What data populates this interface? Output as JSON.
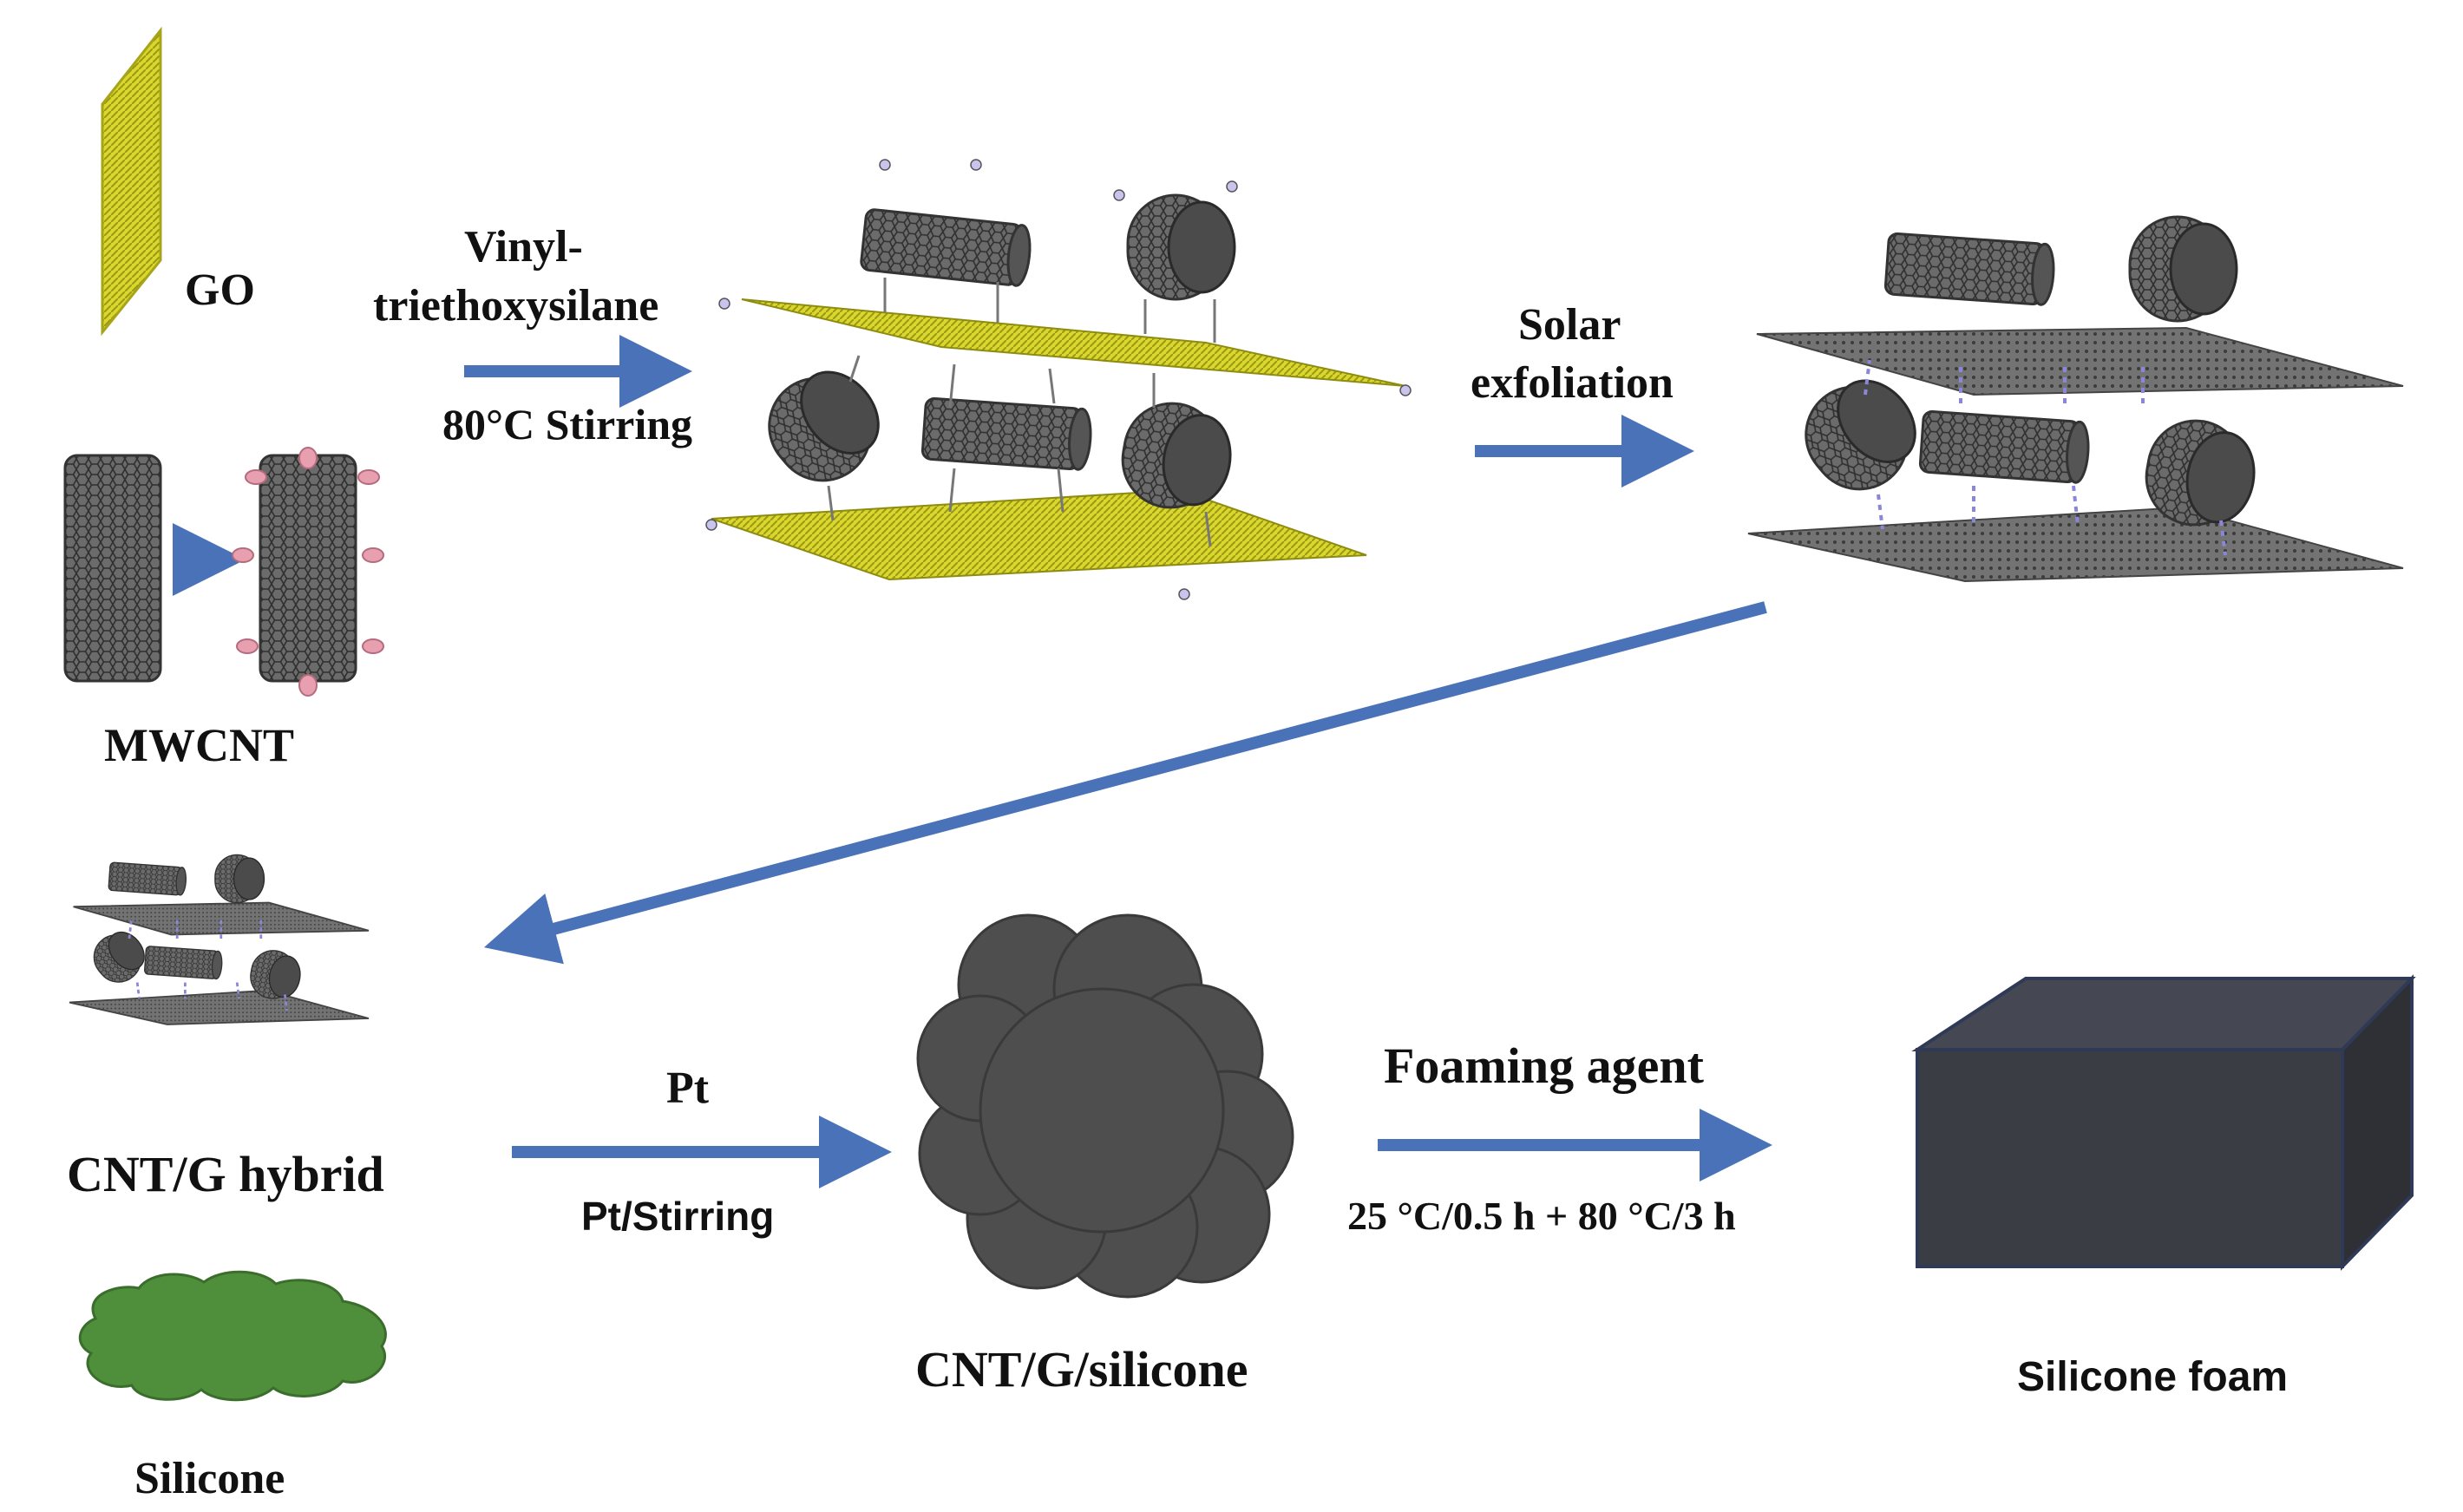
{
  "labels": {
    "go": "GO",
    "mwcnt": "MWCNT",
    "step1_top": "Vinyl-",
    "step1_mid": "triethoxysilane",
    "step1_bottom": "80°C Stirring",
    "step2_top": "Solar",
    "step2_bottom": "exfoliation",
    "hybrid": "CNT/G hybrid",
    "silicone": "Silicone",
    "step3_top": "Pt",
    "step3_bottom": "Pt/Stirring",
    "composite": "CNT/G/silicone",
    "step4_top": "Foaming agent",
    "step4_bottom": "25 °C/0.5 h + 80 °C/3 h",
    "foam": "Silicone foam"
  },
  "colors": {
    "arrow": "#4a72b8",
    "go_sheet": "#d4d12a",
    "graphene": "#6a6a6a",
    "cnt": "#5a5a5a",
    "silicone": "#4f8f3c",
    "composite": "#4e4e4e",
    "foam_front": "#3a3d44",
    "link_pink": "#e8a0b0",
    "link_blue": "#8a86d8"
  }
}
